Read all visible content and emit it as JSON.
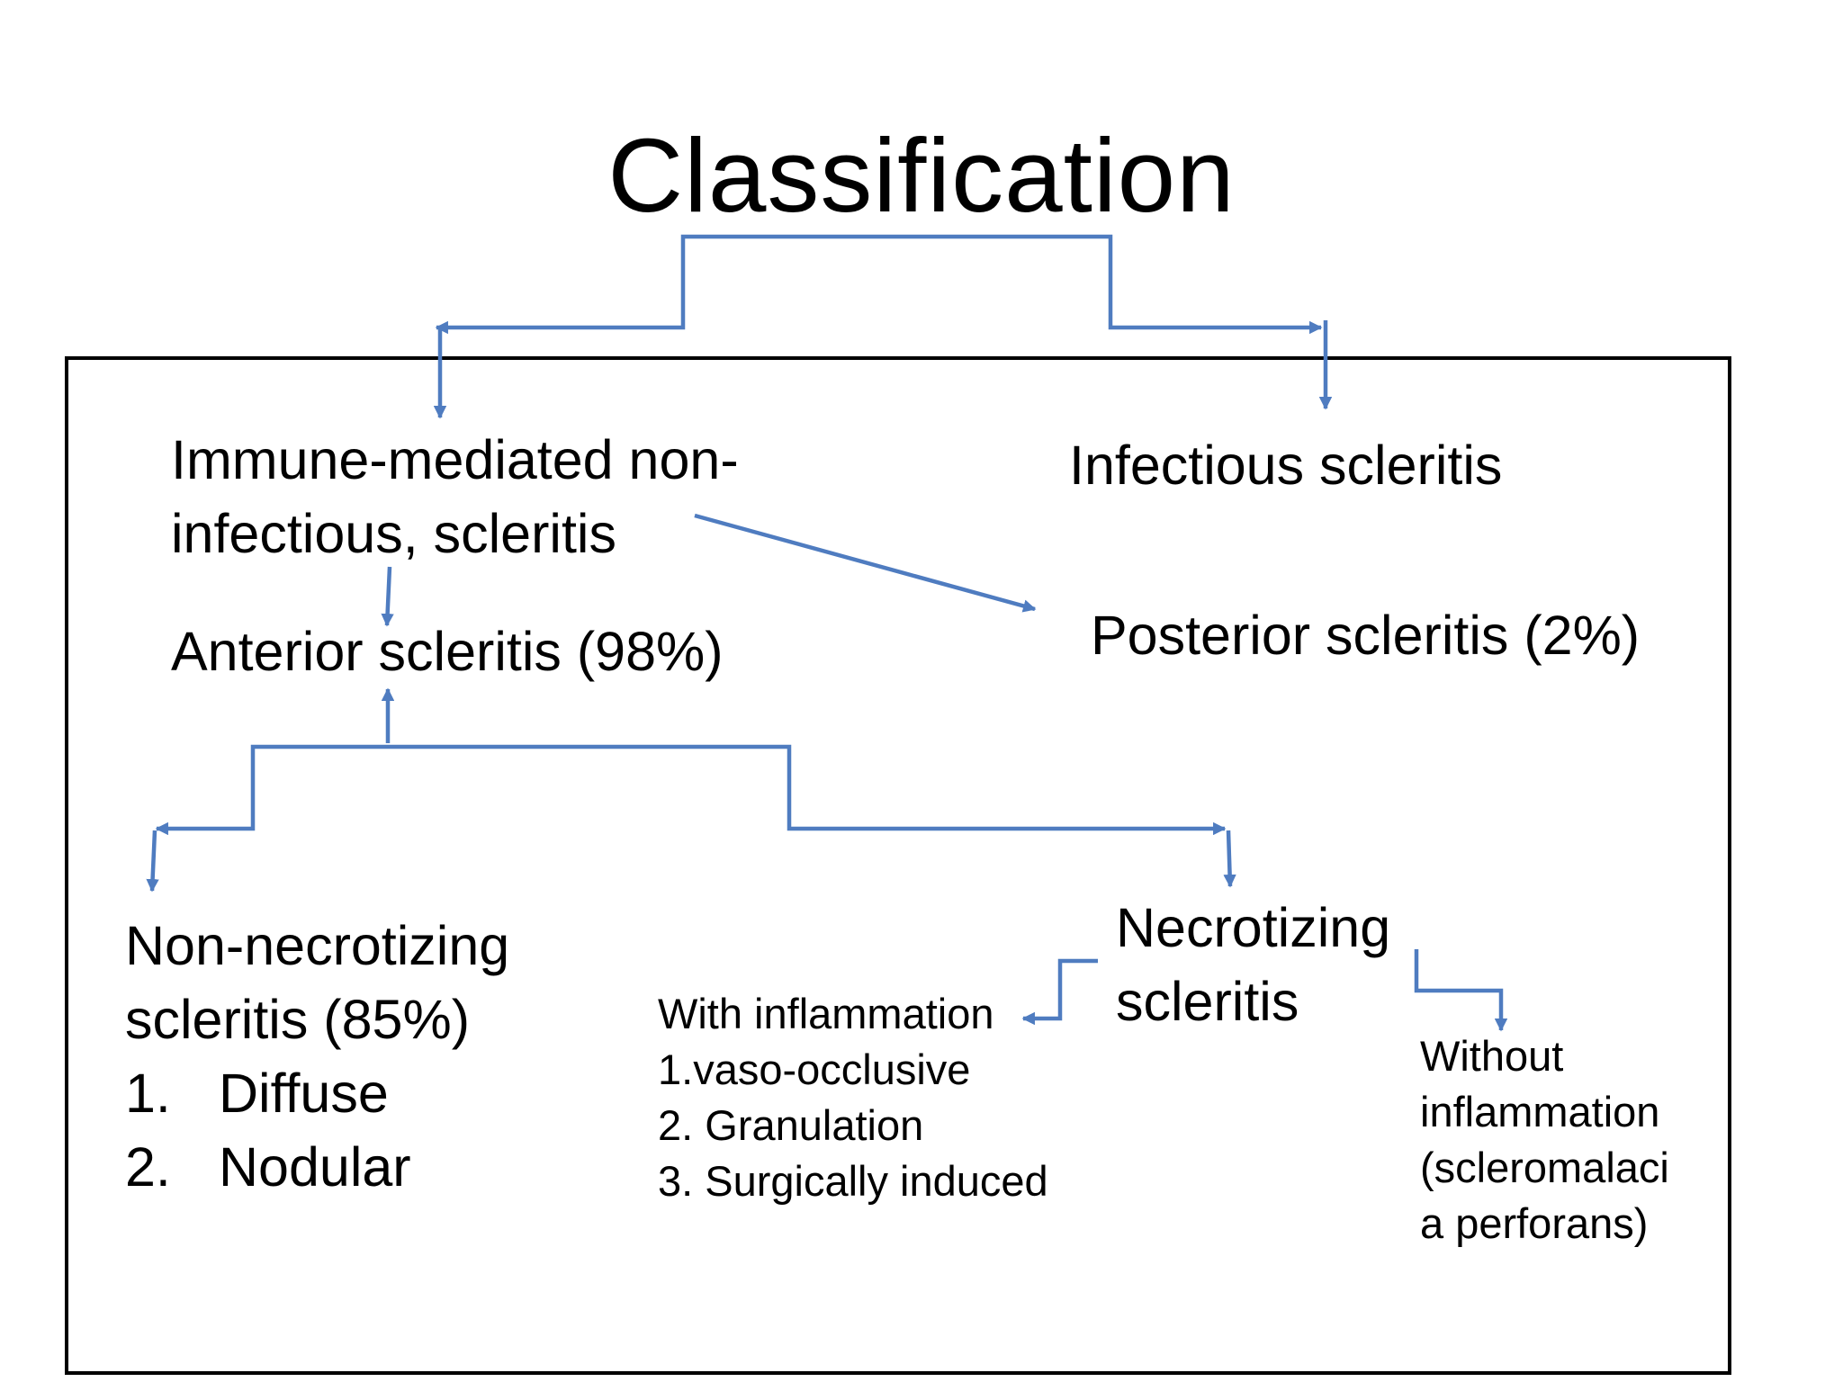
{
  "diagram": {
    "title": "Classification",
    "line_color": "#4F7CC0",
    "nodes": {
      "immune": {
        "lines": [
          "Immune-mediated non-",
          "infectious, scleritis"
        ]
      },
      "infectious": {
        "text": "Infectious scleritis"
      },
      "anterior": {
        "text": "Anterior scleritis (98%)"
      },
      "posterior": {
        "text": "Posterior scleritis (2%)"
      },
      "non_necrotizing": {
        "lines": [
          "Non-necrotizing",
          "scleritis (85%)"
        ],
        "items": [
          {
            "num": "1.",
            "label": "Diffuse"
          },
          {
            "num": "2.",
            "label": "Nodular"
          }
        ]
      },
      "necrotizing": {
        "lines": [
          "Necrotizing",
          "scleritis"
        ]
      },
      "with_inflammation": {
        "lines": [
          "With inflammation",
          "1.vaso-occlusive",
          "2. Granulation",
          "3. Surgically induced"
        ]
      },
      "without_inflammation": {
        "lines": [
          "Without",
          "inflammation",
          "(scleromalaci",
          "a perforans)"
        ]
      }
    }
  }
}
